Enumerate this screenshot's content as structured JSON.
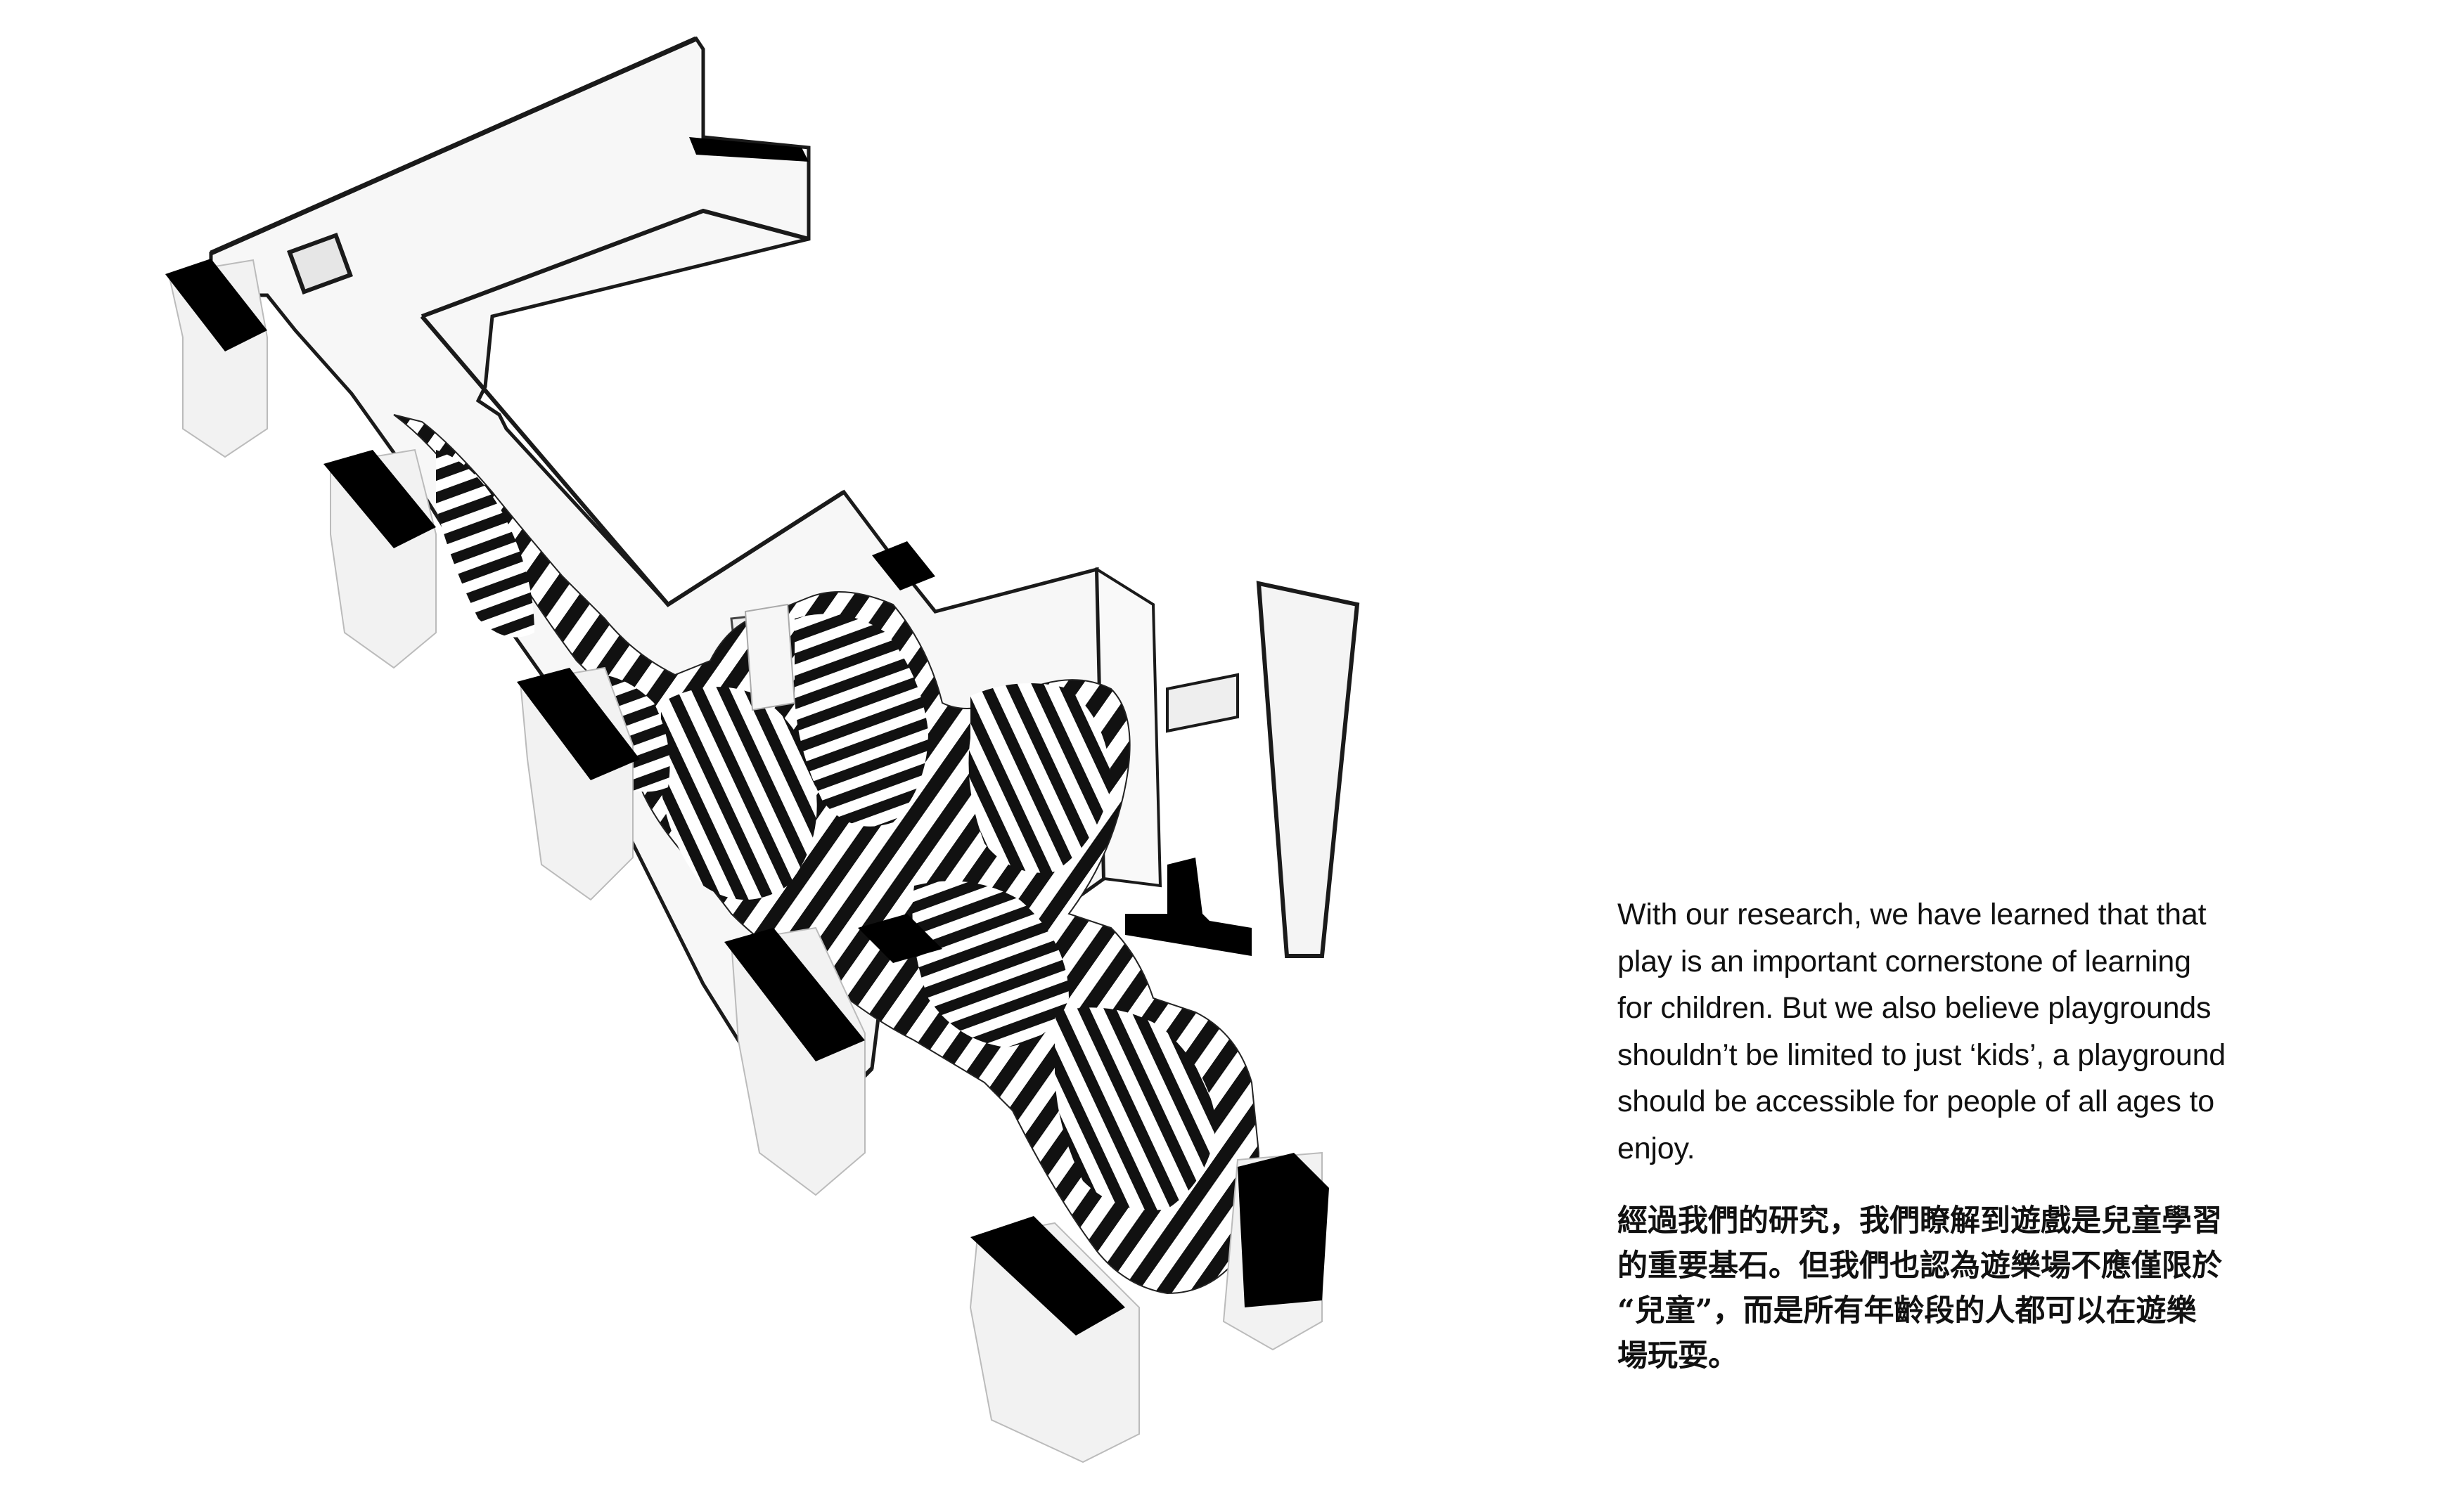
{
  "description_en": [
    "With our research, we have learned that that",
    "play is an important cornerstone of learning",
    "for children. But we also believe playgrounds",
    "shouldn’t be limited to just ‘kids’, a playground",
    "should be accessible for people of all ages to",
    "enjoy."
  ],
  "description_zh": [
    "經過我們的研究，我們瞭解到遊戲是兒童學習",
    "的重要基石。但我們也認為遊樂場不應僅限於",
    "“兒童”，而是所有年齡段的人都可以在遊樂",
    "場玩耍。"
  ],
  "colors": {
    "background": "#ffffff",
    "ink": "#111111",
    "column_fill": "#000000",
    "wall_fill": "#f2f2f2"
  }
}
